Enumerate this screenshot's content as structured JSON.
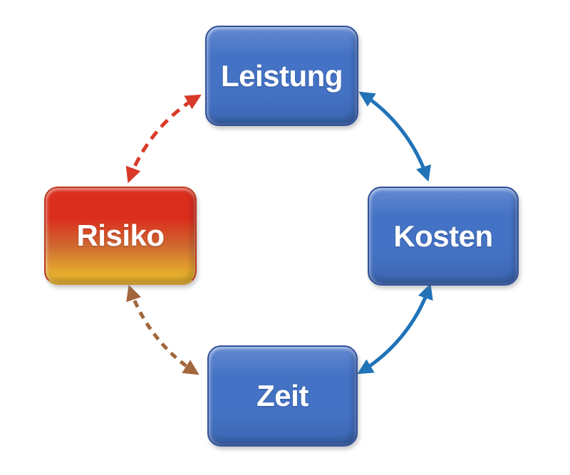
{
  "diagram": {
    "nodes": {
      "leistung": {
        "label": "Leistung",
        "shape": "rounded-rectangle",
        "fill": "#4472c4"
      },
      "kosten": {
        "label": "Kosten",
        "shape": "rounded-rectangle",
        "fill": "#4472c4"
      },
      "zeit": {
        "label": "Zeit",
        "shape": "rounded-rectangle",
        "fill": "#4472c4"
      },
      "risiko": {
        "label": "Risiko",
        "shape": "rounded-rectangle",
        "fill_top": "#db2e1d",
        "fill_bottom": "#e9b22e"
      }
    },
    "edges": [
      {
        "from": "risiko",
        "to": "leistung",
        "style": "dashed",
        "bidirectional": true,
        "color": "#d93a28"
      },
      {
        "from": "leistung",
        "to": "kosten",
        "style": "solid",
        "bidirectional": true,
        "color": "#2173b8"
      },
      {
        "from": "kosten",
        "to": "zeit",
        "style": "solid",
        "bidirectional": true,
        "color": "#2173b8"
      },
      {
        "from": "zeit",
        "to": "risiko",
        "style": "dashed",
        "bidirectional": true,
        "color": "#a2663c"
      }
    ],
    "colors": {
      "background": "#ffffff",
      "text": "#ffffff",
      "node_blue": "#4472c4",
      "node_blue_light": "#638ad2",
      "node_blue_dark": "#3c66b2",
      "node_blue_border": "#31519c",
      "risiko_red": "#db2e1d",
      "risiko_orange": "#cf6c31",
      "risiko_gold": "#e9b22e",
      "risiko_border_top": "#bc381d",
      "risiko_border_bottom": "#c8922a",
      "edge_blue": "#2173b8",
      "edge_red": "#d93a28",
      "edge_brown": "#a2663c"
    }
  }
}
